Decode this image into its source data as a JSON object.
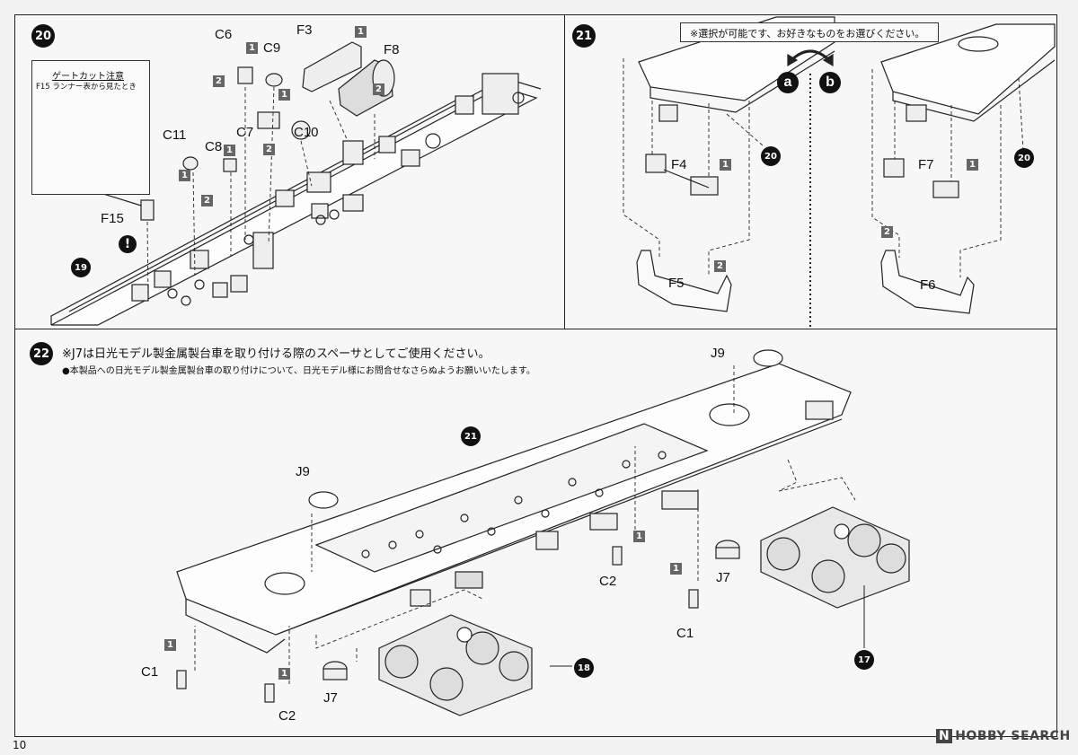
{
  "page_number": "10",
  "watermark": {
    "badge": "N",
    "text": "HOBBY SEARCH"
  },
  "step20": {
    "number": "20",
    "gate_note": {
      "title": "ゲートカット注意",
      "subtitle": "F15 ランナー表から見たとき"
    },
    "labels": {
      "c6": "C6",
      "c9": "C9",
      "f3": "F3",
      "f8": "F8",
      "c11": "C11",
      "c8": "C8",
      "c7": "C7",
      "c10": "C10",
      "f15": "F15"
    },
    "runner_badges": [
      "1",
      "2",
      "1",
      "1",
      "1",
      "2",
      "2",
      "1",
      "2"
    ],
    "caution": "!",
    "ref_step": "19"
  },
  "step21": {
    "number": "21",
    "selection_note": "※選択が可能です、お好きなものをお選びください。",
    "option_a": "a",
    "option_b": "b",
    "labels": {
      "f4": "F4",
      "f5": "F5",
      "f7": "F7",
      "f6": "F6"
    },
    "runner_badges": [
      "1",
      "2",
      "1",
      "2"
    ],
    "ref_a": "20",
    "ref_b": "20"
  },
  "step22": {
    "number": "22",
    "note1": "※J7は日光モデル製金属製台車を取り付ける際のスペーサとしてご使用ください。",
    "note2": "●本製品への日光モデル製金属製台車の取り付けについて、日光モデル様にお問合せなさらぬようお願いいたします。",
    "labels": {
      "j9_top": "J9",
      "j9_left": "J9",
      "c2_right": "C2",
      "j7_right": "J7",
      "c1_right": "C1",
      "c1_left": "C1",
      "c2_left": "C2",
      "j7_left": "J7"
    },
    "runner_badges": [
      "1",
      "1",
      "1",
      "1"
    ],
    "ref_body": "21",
    "ref_bogie_left": "18",
    "ref_bogie_right": "17"
  }
}
